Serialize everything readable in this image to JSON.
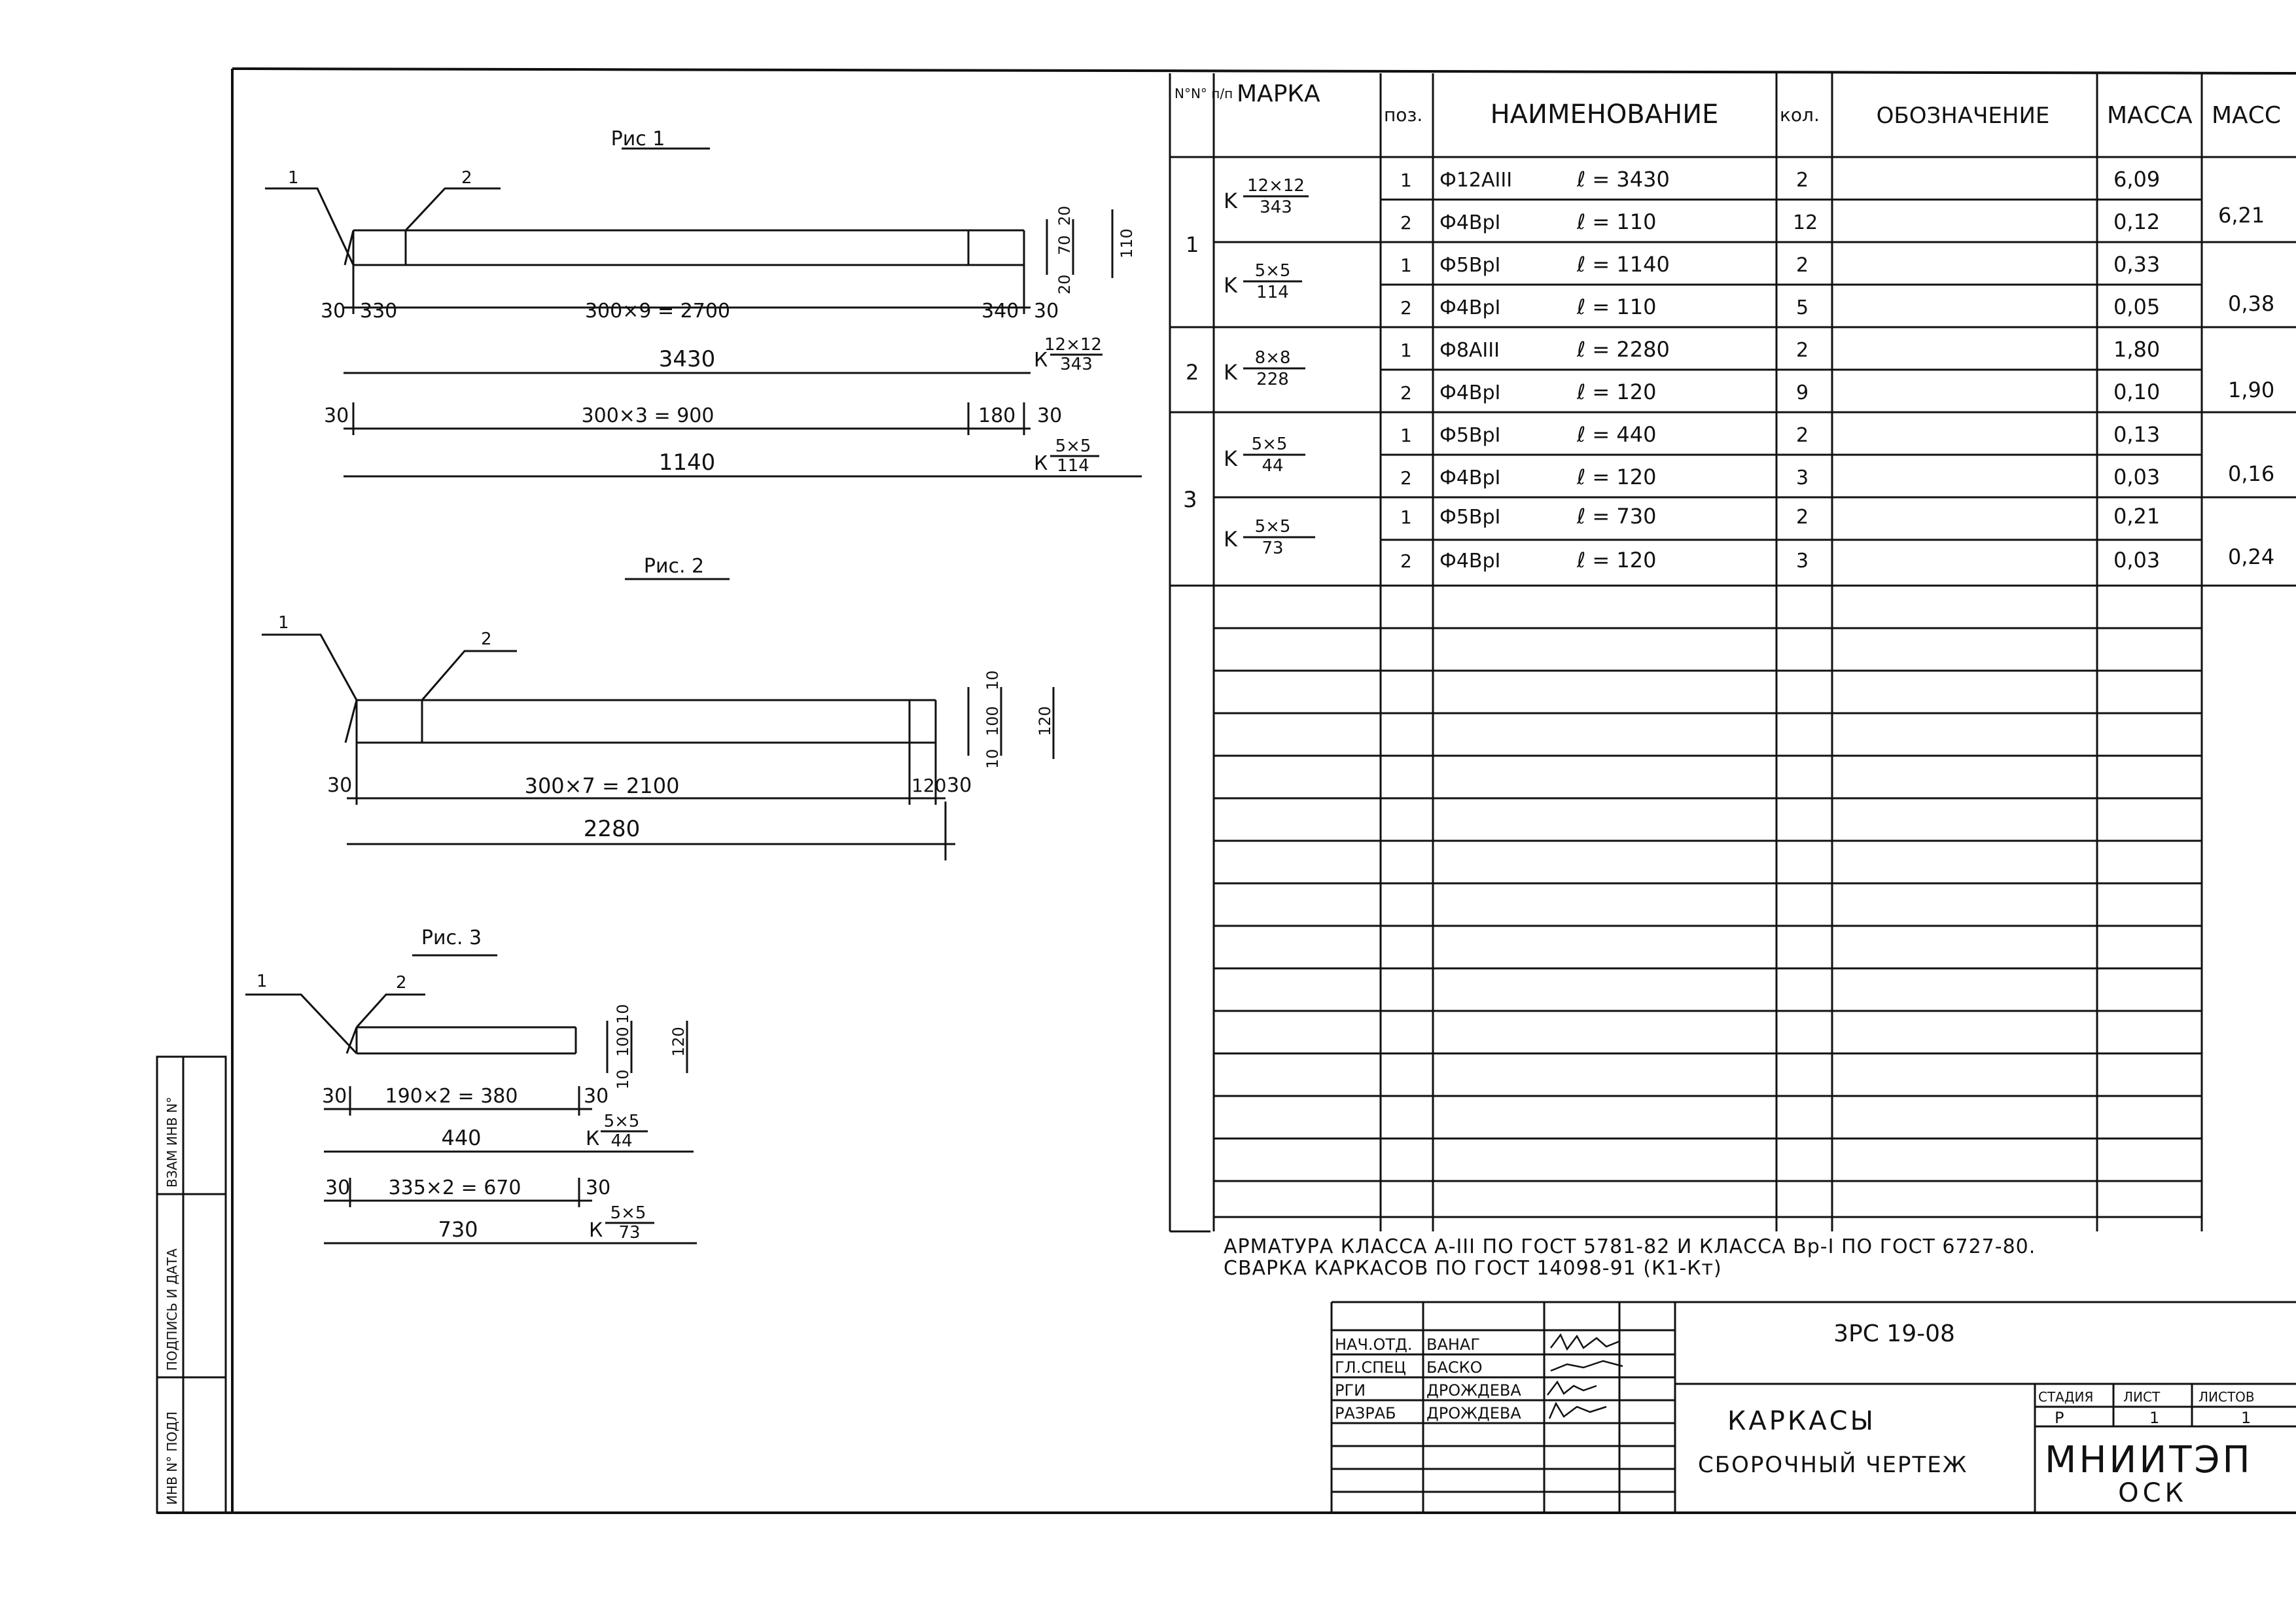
{
  "figures": {
    "fig1": {
      "title": "Рис 1",
      "callouts": [
        "1",
        "2"
      ],
      "top_dims": [
        "30",
        "330",
        "300×9 = 2700",
        "340",
        "30"
      ],
      "total_1": "3430",
      "mark_1": {
        "prefix": "К",
        "num": "12×12",
        "den": "343"
      },
      "row2_dims": [
        "30",
        "300×3 = 900",
        "180",
        "30"
      ],
      "total_2": "1140",
      "mark_2": {
        "prefix": "К",
        "num": "5×5",
        "den": "114"
      },
      "side_dims": [
        "20",
        "70",
        "20",
        "110"
      ]
    },
    "fig2": {
      "title": "Рис. 2",
      "callouts": [
        "1",
        "2"
      ],
      "dims": [
        "30",
        "300×7 = 2100",
        "120",
        "30"
      ],
      "total": "2280",
      "side_dims": [
        "10",
        "100",
        "10",
        "120"
      ]
    },
    "fig3": {
      "title": "Рис. 3",
      "callouts": [
        "1",
        "2"
      ],
      "dims_1": [
        "30",
        "190×2 = 380",
        "30"
      ],
      "total_1": "440",
      "mark_1": {
        "prefix": "К",
        "num": "5×5",
        "den": "44"
      },
      "dims_2": [
        "30",
        "335×2 = 670",
        "30"
      ],
      "total_2": "730",
      "mark_2": {
        "prefix": "К",
        "num": "5×5",
        "den": "73"
      },
      "side_dims": [
        "10",
        "100",
        "10",
        "120"
      ]
    }
  },
  "spec_table": {
    "headers": {
      "num": "N°N° п/п",
      "mark": "МАРКА",
      "pos": "поз.",
      "name": "НАИМЕНОВАНИЕ",
      "qty": "кол.",
      "designation": "ОБОЗНАЧЕНИЕ",
      "mass": "МАССА",
      "mass_total": "МАСС"
    },
    "groups": [
      {
        "num": "1",
        "marks": [
          {
            "num": "12×12",
            "den": "343",
            "rows": [
              {
                "pos": "1",
                "diam": "Ф12АIII",
                "len": "ℓ = 3430",
                "qty": "2",
                "mass": "6,09"
              },
              {
                "pos": "2",
                "diam": "Ф4ВрI",
                "len": "ℓ = 110",
                "qty": "12",
                "mass": "0,12"
              }
            ],
            "total": "6,21"
          },
          {
            "num": "5×5",
            "den": "114",
            "rows": [
              {
                "pos": "1",
                "diam": "Ф5ВрI",
                "len": "ℓ = 1140",
                "qty": "2",
                "mass": "0,33"
              },
              {
                "pos": "2",
                "diam": "Ф4ВрI",
                "len": "ℓ = 110",
                "qty": "5",
                "mass": "0,05"
              }
            ],
            "total": "0,38"
          }
        ]
      },
      {
        "num": "2",
        "marks": [
          {
            "num": "8×8",
            "den": "228",
            "rows": [
              {
                "pos": "1",
                "diam": "Ф8АIII",
                "len": "ℓ = 2280",
                "qty": "2",
                "mass": "1,80"
              },
              {
                "pos": "2",
                "diam": "Ф4ВрI",
                "len": "ℓ = 120",
                "qty": "9",
                "mass": "0,10"
              }
            ],
            "total": "1,90"
          }
        ]
      },
      {
        "num": "3",
        "marks": [
          {
            "num": "5×5",
            "den": "44",
            "rows": [
              {
                "pos": "1",
                "diam": "Ф5ВрI",
                "len": "ℓ = 440",
                "qty": "2",
                "mass": "0,13"
              },
              {
                "pos": "2",
                "diam": "Ф4ВрI",
                "len": "ℓ = 120",
                "qty": "3",
                "mass": "0,03"
              }
            ],
            "total": "0,16"
          },
          {
            "num": "5×5",
            "den": "73",
            "rows": [
              {
                "pos": "1",
                "diam": "Ф5ВрI",
                "len": "ℓ = 730",
                "qty": "2",
                "mass": "0,21"
              },
              {
                "pos": "2",
                "diam": "Ф4ВрI",
                "len": "ℓ = 120",
                "qty": "3",
                "mass": "0,03"
              }
            ],
            "total": "0,24"
          }
        ]
      }
    ]
  },
  "notes": [
    "АРМАТУРА КЛАССА А-III ПО ГОСТ 5781-82 И КЛАССА Вр-I ПО ГОСТ 6727-80.",
    "СВАРКА КАРКАСОВ ПО ГОСТ 14098-91 (К1-Кт)"
  ],
  "title_block": {
    "code": "3РС 19-08",
    "title": "КАРКАСЫ",
    "subtitle": "СБОРОЧНЫЙ ЧЕРТЕЖ",
    "roles": [
      {
        "role": "НАЧ.ОТД.",
        "name": "ВАНАГ"
      },
      {
        "role": "ГЛ.СПЕЦ",
        "name": "БАСКО"
      },
      {
        "role": "РГИ",
        "name": "ДРОЖДЕВА"
      },
      {
        "role": "РАЗРАБ",
        "name": "ДРОЖДЕВА"
      }
    ],
    "stage_header": "СТАДИЯ",
    "sheet_header": "ЛИСТ",
    "sheets_header": "ЛИСТОВ",
    "stage": "Р",
    "sheet": "1",
    "sheets": "1",
    "org": "МНИИТЭП",
    "org_sub": "ОСК"
  },
  "side_stamp": [
    "ВЗАМ ИНВ N°",
    "ПОДПИСЬ И ДАТА",
    "ИНВ N° ПОДЛ"
  ]
}
